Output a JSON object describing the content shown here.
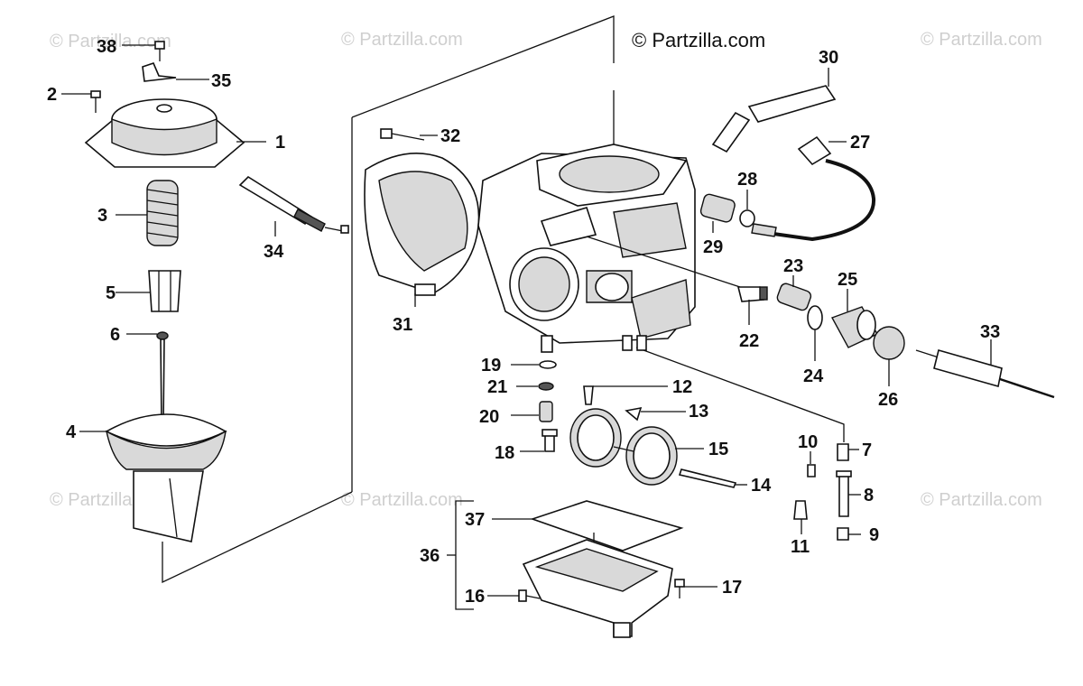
{
  "copyright": "© Partzilla.com",
  "watermark": "© Partzilla.com",
  "callouts": [
    {
      "id": "38",
      "text": "38"
    },
    {
      "id": "35",
      "text": "35"
    },
    {
      "id": "2",
      "text": "2"
    },
    {
      "id": "1",
      "text": "1"
    },
    {
      "id": "3",
      "text": "3"
    },
    {
      "id": "34",
      "text": "34"
    },
    {
      "id": "5",
      "text": "5"
    },
    {
      "id": "6",
      "text": "6"
    },
    {
      "id": "4",
      "text": "4"
    },
    {
      "id": "32",
      "text": "32"
    },
    {
      "id": "31",
      "text": "31"
    },
    {
      "id": "30",
      "text": "30"
    },
    {
      "id": "27",
      "text": "27"
    },
    {
      "id": "28",
      "text": "28"
    },
    {
      "id": "29",
      "text": "29"
    },
    {
      "id": "23",
      "text": "23"
    },
    {
      "id": "25",
      "text": "25"
    },
    {
      "id": "22",
      "text": "22"
    },
    {
      "id": "24",
      "text": "24"
    },
    {
      "id": "26",
      "text": "26"
    },
    {
      "id": "33",
      "text": "33"
    },
    {
      "id": "19",
      "text": "19"
    },
    {
      "id": "21",
      "text": "21"
    },
    {
      "id": "12",
      "text": "12"
    },
    {
      "id": "20",
      "text": "20"
    },
    {
      "id": "13",
      "text": "13"
    },
    {
      "id": "18",
      "text": "18"
    },
    {
      "id": "15",
      "text": "15"
    },
    {
      "id": "10",
      "text": "10"
    },
    {
      "id": "7",
      "text": "7"
    },
    {
      "id": "14",
      "text": "14"
    },
    {
      "id": "8",
      "text": "8"
    },
    {
      "id": "11",
      "text": "11"
    },
    {
      "id": "9",
      "text": "9"
    },
    {
      "id": "37",
      "text": "37"
    },
    {
      "id": "36",
      "text": "36"
    },
    {
      "id": "16",
      "text": "16"
    },
    {
      "id": "17",
      "text": "17"
    }
  ]
}
